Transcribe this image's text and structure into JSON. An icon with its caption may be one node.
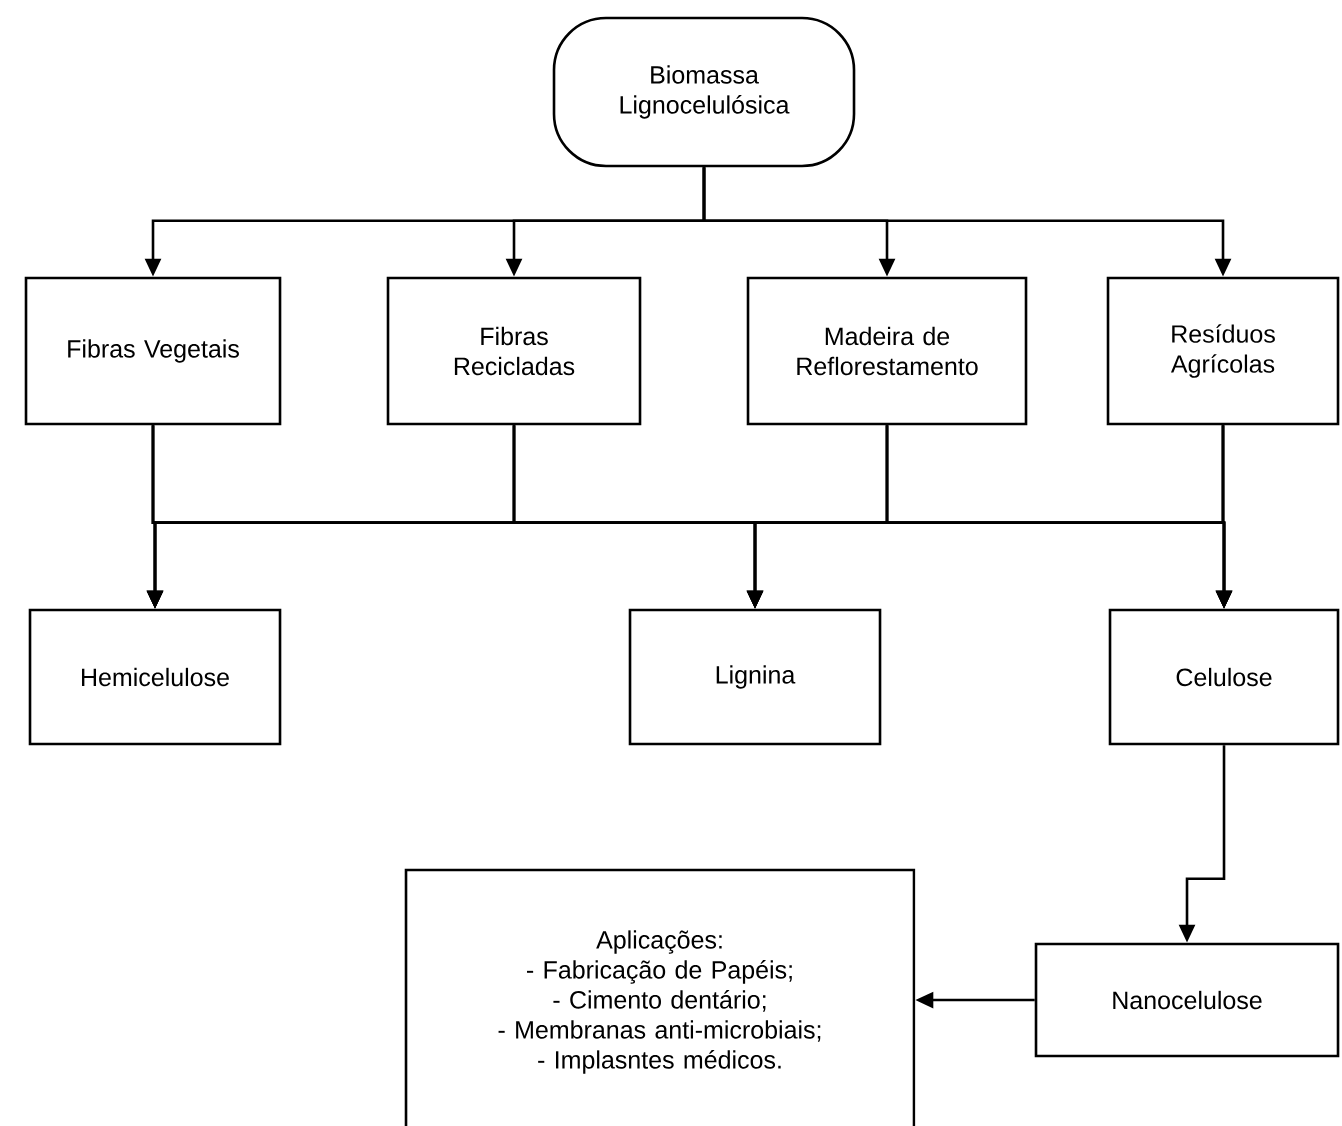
{
  "diagram": {
    "nodes": [
      {
        "text": [
          "Biomassa Lignocelulósica"
        ]
      },
      {
        "text": [
          "Fibras Vegetais"
        ]
      },
      {
        "text": [
          "Fibras Recicladas"
        ]
      },
      {
        "text": [
          "Madeira de Reflorestamento"
        ]
      },
      {
        "text": [
          "Resíduos Agrícolas"
        ]
      },
      {
        "text": [
          "Hemicelulose"
        ]
      },
      {
        "text": [
          "Lignina"
        ]
      },
      {
        "text": [
          "Celulose"
        ]
      },
      {
        "text": [
          "Nanocelulose"
        ]
      },
      {
        "text": [
          "Aplicações:",
          "- Fabricação de Papéis;",
          "- Cimento dentário;",
          "- Membranas anti-microbiais;",
          "- Implasntes médicos."
        ]
      }
    ],
    "edges": [
      {
        "from": 0,
        "to": 1,
        "arrow": "to"
      },
      {
        "from": 0,
        "to": 2,
        "arrow": "to"
      },
      {
        "from": 0,
        "to": 3,
        "arrow": "to"
      },
      {
        "from": 0,
        "to": 4,
        "arrow": "to"
      },
      {
        "from": 1,
        "to": 5,
        "arrow": "to"
      },
      {
        "from": 1,
        "to": 6,
        "arrow": "to"
      },
      {
        "from": 1,
        "to": 7,
        "arrow": "to"
      },
      {
        "from": 2,
        "to": 5,
        "arrow": "to"
      },
      {
        "from": 2,
        "to": 6,
        "arrow": "to"
      },
      {
        "from": 2,
        "to": 7,
        "arrow": "to"
      },
      {
        "from": 3,
        "to": 5,
        "arrow": "to"
      },
      {
        "from": 3,
        "to": 6,
        "arrow": "to"
      },
      {
        "from": 3,
        "to": 7,
        "arrow": "to"
      },
      {
        "from": 4,
        "to": 5,
        "arrow": "to"
      },
      {
        "from": 4,
        "to": 6,
        "arrow": "to"
      },
      {
        "from": 4,
        "to": 7,
        "arrow": "to"
      },
      {
        "from": 7,
        "to": 8,
        "arrow": "to"
      },
      {
        "from": 8,
        "to": 9,
        "arrow": "to"
      }
    ]
  }
}
